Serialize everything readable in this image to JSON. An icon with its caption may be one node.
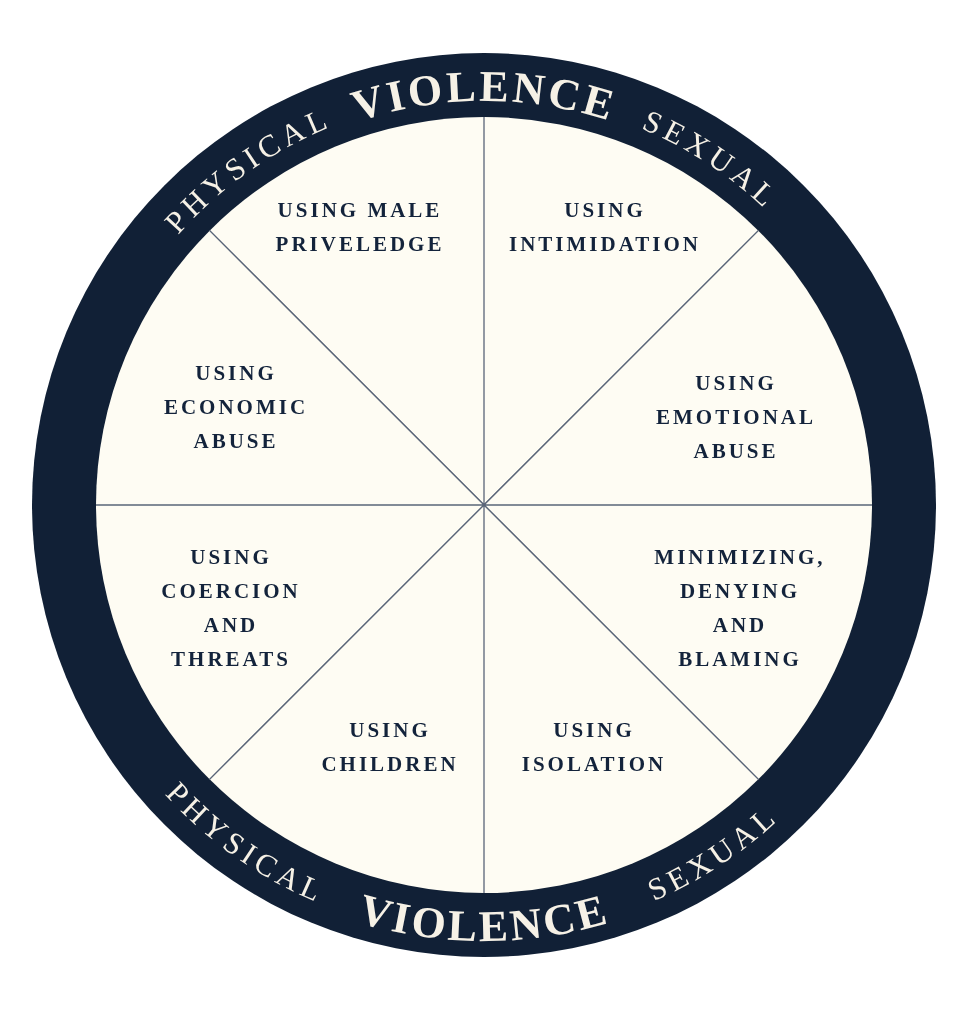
{
  "diagram": {
    "nodes": [
      {
        "text": [
          "PHYSICAL",
          "VIOLENCE",
          "SEXUAL",
          "PHYSICAL",
          "VIOLENCE",
          "SEXUAL"
        ]
      },
      {
        "text": [
          "USING MALE PRIVELEDGE"
        ],
        "in": 0
      },
      {
        "text": [
          "USING INTIMIDATION"
        ],
        "in": 0
      },
      {
        "text": [
          "USING ECONOMIC ABUSE"
        ],
        "in": 0
      },
      {
        "text": [
          "USING EMOTIONAL ABUSE"
        ],
        "in": 0
      },
      {
        "text": [
          "USING COERCION AND THREATS"
        ],
        "in": 0
      },
      {
        "text": [
          "MINIMIZING, DENYING AND BLAMING"
        ],
        "in": 0
      },
      {
        "text": [
          "USING CHILDREN"
        ],
        "in": 0
      },
      {
        "text": [
          "USING ISOLATION"
        ],
        "in": 0
      }
    ]
  }
}
